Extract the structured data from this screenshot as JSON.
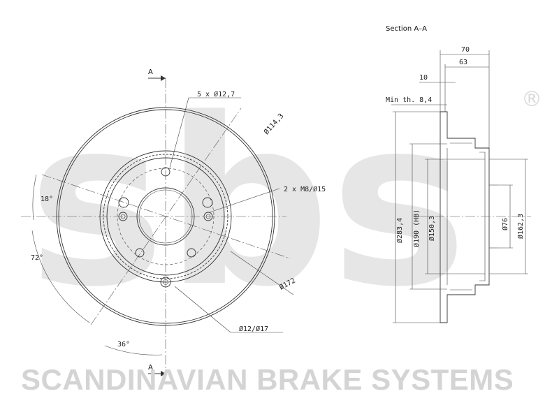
{
  "watermark": {
    "logo_text": "sbs",
    "registered_mark": "®",
    "brand_name": "SCANDINAVIAN BRAKE SYSTEMS",
    "color": "#d4d4d4"
  },
  "front_view": {
    "section_marker_top": "A",
    "section_marker_bottom": "A",
    "callout_bolts": "5 x Ø12,7",
    "callout_pcd": "Ø114,3",
    "callout_threads": "2 x M8/Ø15",
    "callout_outer": "Ø172",
    "callout_holes": "Ø12/Ø17",
    "angle_18": "18°",
    "angle_72": "72°",
    "angle_36": "36°"
  },
  "section_view": {
    "title": "Section A–A",
    "width_70": "70",
    "width_63": "63",
    "width_10": "10",
    "min_thickness": "Min th. 8,4",
    "dia_283": "Ø283,4",
    "dia_190": "Ø190 (HB)",
    "dia_150": "Ø150,3",
    "dia_76": "Ø76",
    "dia_162": "Ø162,3"
  }
}
